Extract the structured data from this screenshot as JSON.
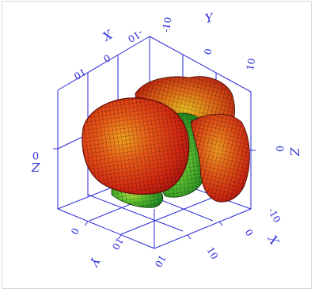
{
  "chart_data": {
    "type": "surface3d",
    "title": "",
    "axes": {
      "x": {
        "labels": [
          {
            "name": "X",
            "ticks": [
              "-10",
              "0",
              "10"
            ]
          },
          {
            "name": "X",
            "ticks": [
              "-10",
              "0"
            ]
          }
        ]
      },
      "y": {
        "labels": [
          {
            "name": "Y",
            "ticks": [
              "-10",
              "0",
              "10"
            ]
          },
          {
            "name": "Y",
            "ticks": [
              "0",
              "10"
            ]
          }
        ]
      },
      "z": {
        "labels": [
          {
            "name": "Z",
            "ticks": [
              "0"
            ]
          },
          {
            "name": "Z",
            "ticks": [
              "0"
            ]
          }
        ]
      }
    },
    "box_color": "#2a2ad8",
    "colormap": [
      "#2aa82a",
      "#b8d020",
      "#f0c020",
      "#e03a10",
      "#cc1a10"
    ],
    "grid": true,
    "legend": "none"
  }
}
